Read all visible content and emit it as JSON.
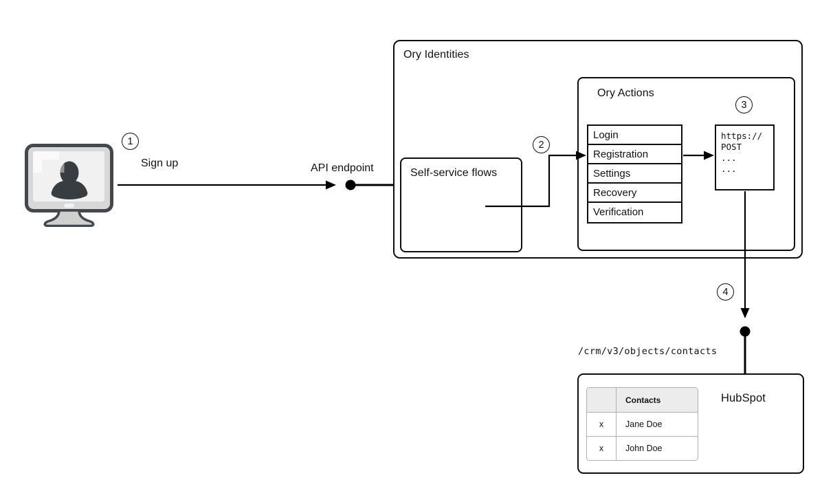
{
  "diagram": {
    "client": {
      "icon": "user-computer-icon",
      "step": "1",
      "action_label": "Sign up",
      "endpoint_label": "API endpoint"
    },
    "ory_identities": {
      "title": "Ory Identities",
      "self_service": {
        "title": "Self-service flows"
      },
      "actions": {
        "title": "Ory Actions",
        "step_in": "2",
        "flows": [
          "Login",
          "Registration",
          "Settings",
          "Recovery",
          "Verification"
        ],
        "webhook": {
          "step": "3",
          "code_lines": "https://\nPOST\n...\n..."
        }
      }
    },
    "hubspot": {
      "step": "4",
      "endpoint_path": "/crm/v3/objects/contacts",
      "title": "HubSpot",
      "contacts_table": {
        "header_col1": "",
        "header_col2": "Contacts",
        "rows": [
          {
            "col1": "x",
            "name": "Jane Doe"
          },
          {
            "col1": "x",
            "name": "John Doe"
          }
        ]
      }
    },
    "colors": {
      "line": "#000000",
      "box_border": "#0d0d0d",
      "table_header_bg": "#ececec",
      "table_border": "#b0b0b0",
      "monitor_frame": "#d8d8d9",
      "monitor_outline": "#43484d",
      "monitor_screen": "#f1f1f2",
      "silhouette": "#383d42"
    }
  }
}
